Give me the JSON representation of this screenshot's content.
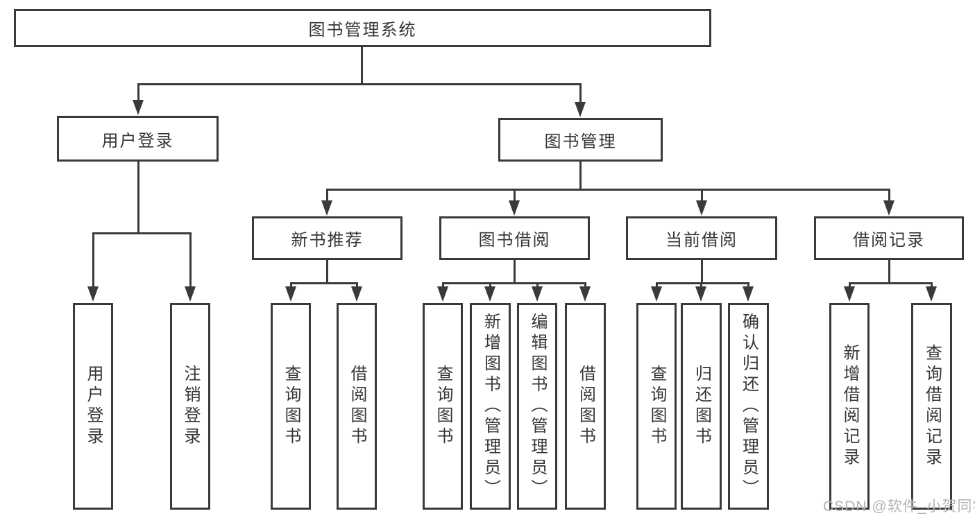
{
  "diagram": {
    "root": {
      "label": "图书管理系统"
    },
    "user_login": {
      "label": "用户登录",
      "children": [
        {
          "label": "用户登录"
        },
        {
          "label": "注销登录"
        }
      ]
    },
    "book_mgmt": {
      "label": "图书管理",
      "sections": {
        "new_book": {
          "label": "新书推荐",
          "children": [
            {
              "label": "查询图书"
            },
            {
              "label": "借阅图书"
            }
          ]
        },
        "borrow": {
          "label": "图书借阅",
          "children": [
            {
              "label": "查询图书"
            },
            {
              "label": "新增图书（管理员）"
            },
            {
              "label": "编辑图书（管理员）"
            },
            {
              "label": "借阅图书"
            }
          ]
        },
        "current": {
          "label": "当前借阅",
          "children": [
            {
              "label": "查询图书"
            },
            {
              "label": "归还图书"
            },
            {
              "label": "确认归还（管理员）"
            }
          ]
        },
        "records": {
          "label": "借阅记录",
          "children": [
            {
              "label": "新增借阅记录"
            },
            {
              "label": "查询借阅记录"
            }
          ]
        }
      }
    }
  },
  "watermark": {
    "text": "CSDN @软件_小贺同学"
  },
  "colors": {
    "bg": "#ffffff",
    "line": "#3a3a3a",
    "text": "#363636",
    "watermark": "#b3b3b3"
  }
}
